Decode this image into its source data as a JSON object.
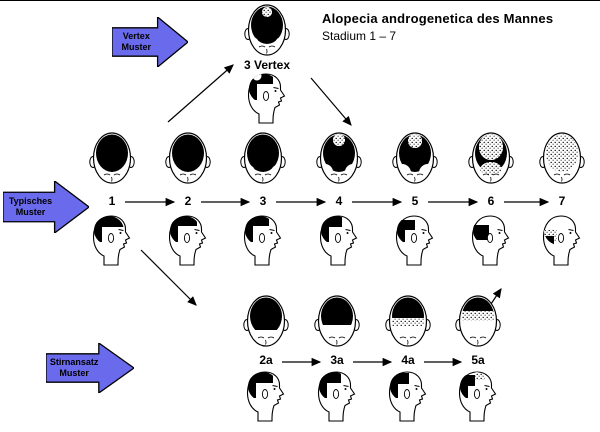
{
  "title": {
    "line1": "Alopecia androgenetica des Mannes",
    "line2": "Stadium 1 – 7"
  },
  "pattern_arrows": {
    "vertex": {
      "line1": "Vertex",
      "line2": "Muster"
    },
    "typical": {
      "line1": "Typisches",
      "line2": "Muster"
    },
    "frontal": {
      "line1": "Stirnansatz",
      "line2": "Muster"
    }
  },
  "vertex_stage": {
    "id": "3v",
    "label": "3 Vertex"
  },
  "main_stages": [
    {
      "id": "1",
      "label": "1"
    },
    {
      "id": "2",
      "label": "2"
    },
    {
      "id": "3",
      "label": "3"
    },
    {
      "id": "4",
      "label": "4"
    },
    {
      "id": "5",
      "label": "5"
    },
    {
      "id": "6",
      "label": "6"
    },
    {
      "id": "7",
      "label": "7"
    }
  ],
  "frontal_stages": [
    {
      "id": "2a",
      "label": "2a"
    },
    {
      "id": "3a",
      "label": "3a"
    },
    {
      "id": "4a",
      "label": "4a"
    },
    {
      "id": "5a",
      "label": "5a"
    }
  ],
  "colors": {
    "arrow_fill": "#6a6aec",
    "outline": "#000000"
  }
}
